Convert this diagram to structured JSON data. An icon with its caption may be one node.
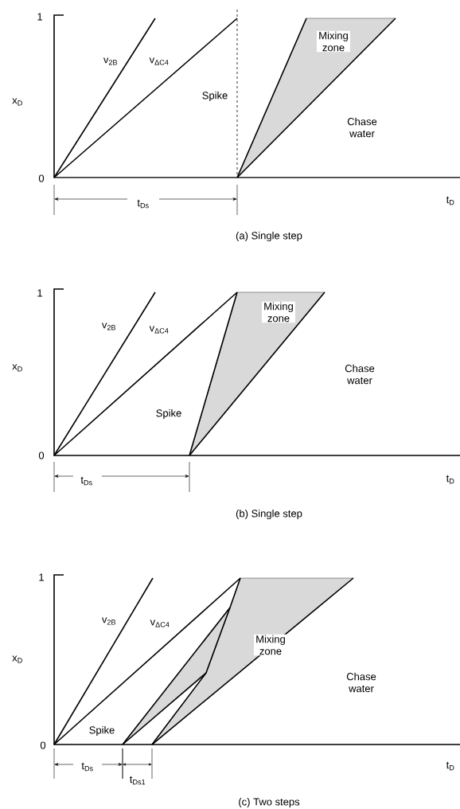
{
  "diagram": {
    "labels": [
      "1",
      "x$_{D}$",
      "v$_{2B}$",
      "v$_{ΔC4}$",
      "Spike",
      "Mixing zone",
      "Chase water",
      "0",
      "t$_{D}$",
      "t$_{Ds}$",
      "(a)  Single step",
      "1",
      "x$_{D}$",
      "v$_{2B}$",
      "v$_{ΔC4}$",
      "Spike",
      "Mixing zone",
      "Chase water",
      "0",
      "t$_{D}$",
      "t$_{Ds}$",
      "(b)  Single step",
      "1",
      "x$_{D}$",
      "v$_{2B}$",
      "v$_{ΔC4}$",
      "Mixing zone",
      "Chase water",
      "Spike",
      "0",
      "t$_{D}$",
      "t$_{Ds}$",
      "t$_{Ds1}$",
      "(c)  Two steps"
    ]
  }
}
